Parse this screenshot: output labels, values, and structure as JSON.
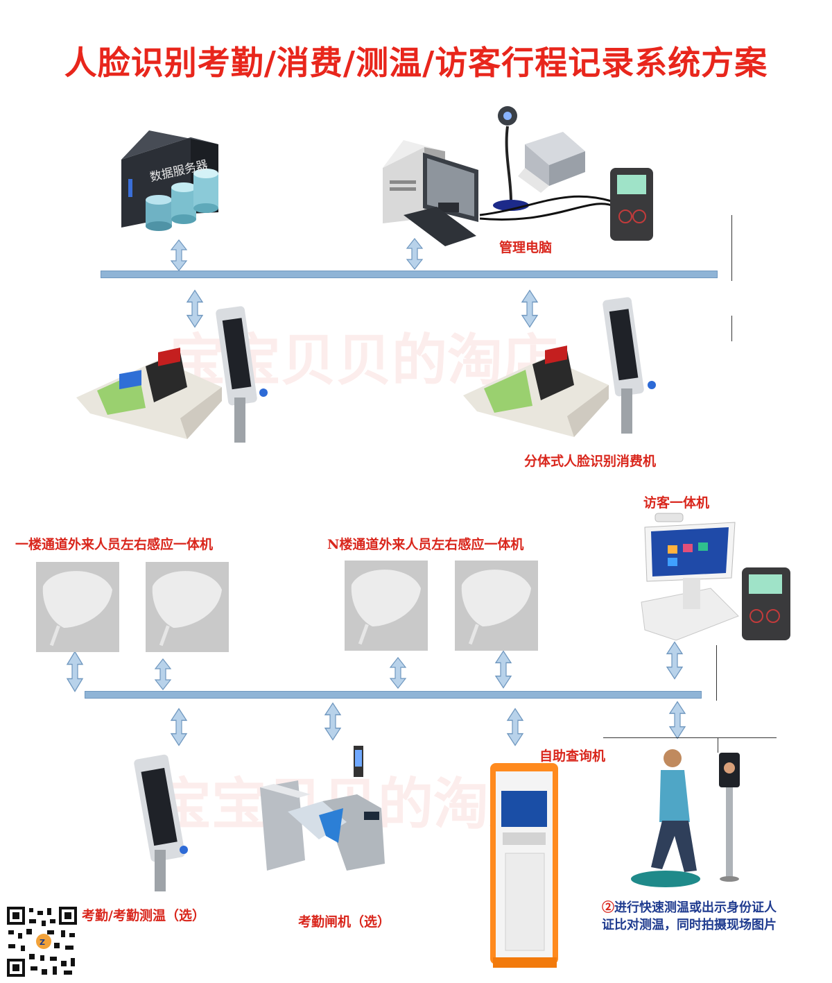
{
  "title": "人脸识别考勤/消费/测温/访客行程记录系统方案",
  "watermark": "宝宝贝贝的淘店",
  "server": {
    "label": "数据服务器"
  },
  "labels": {
    "management_pc": "管理电脑",
    "split_face_consumer": "分体式人脸识别消费机",
    "visitor_machine": "访客一体机",
    "floor1_sensor": "一楼通道外来人员左右感应一体机",
    "floorN_sensor": "N楼通道外来人员左右感应一体机",
    "self_query": "自助查询机",
    "attendance": "考勤/考勤测温（选）",
    "gate": "考勤闸机（选）",
    "note_num": "②",
    "note_text": "进行快速测温或出示身份证人证比对测温，同时拍摄现场图片"
  },
  "colors": {
    "title": "#e8261c",
    "label": "#d9261c",
    "note": "#1f3b8f",
    "bus": "#8fb4d6"
  }
}
